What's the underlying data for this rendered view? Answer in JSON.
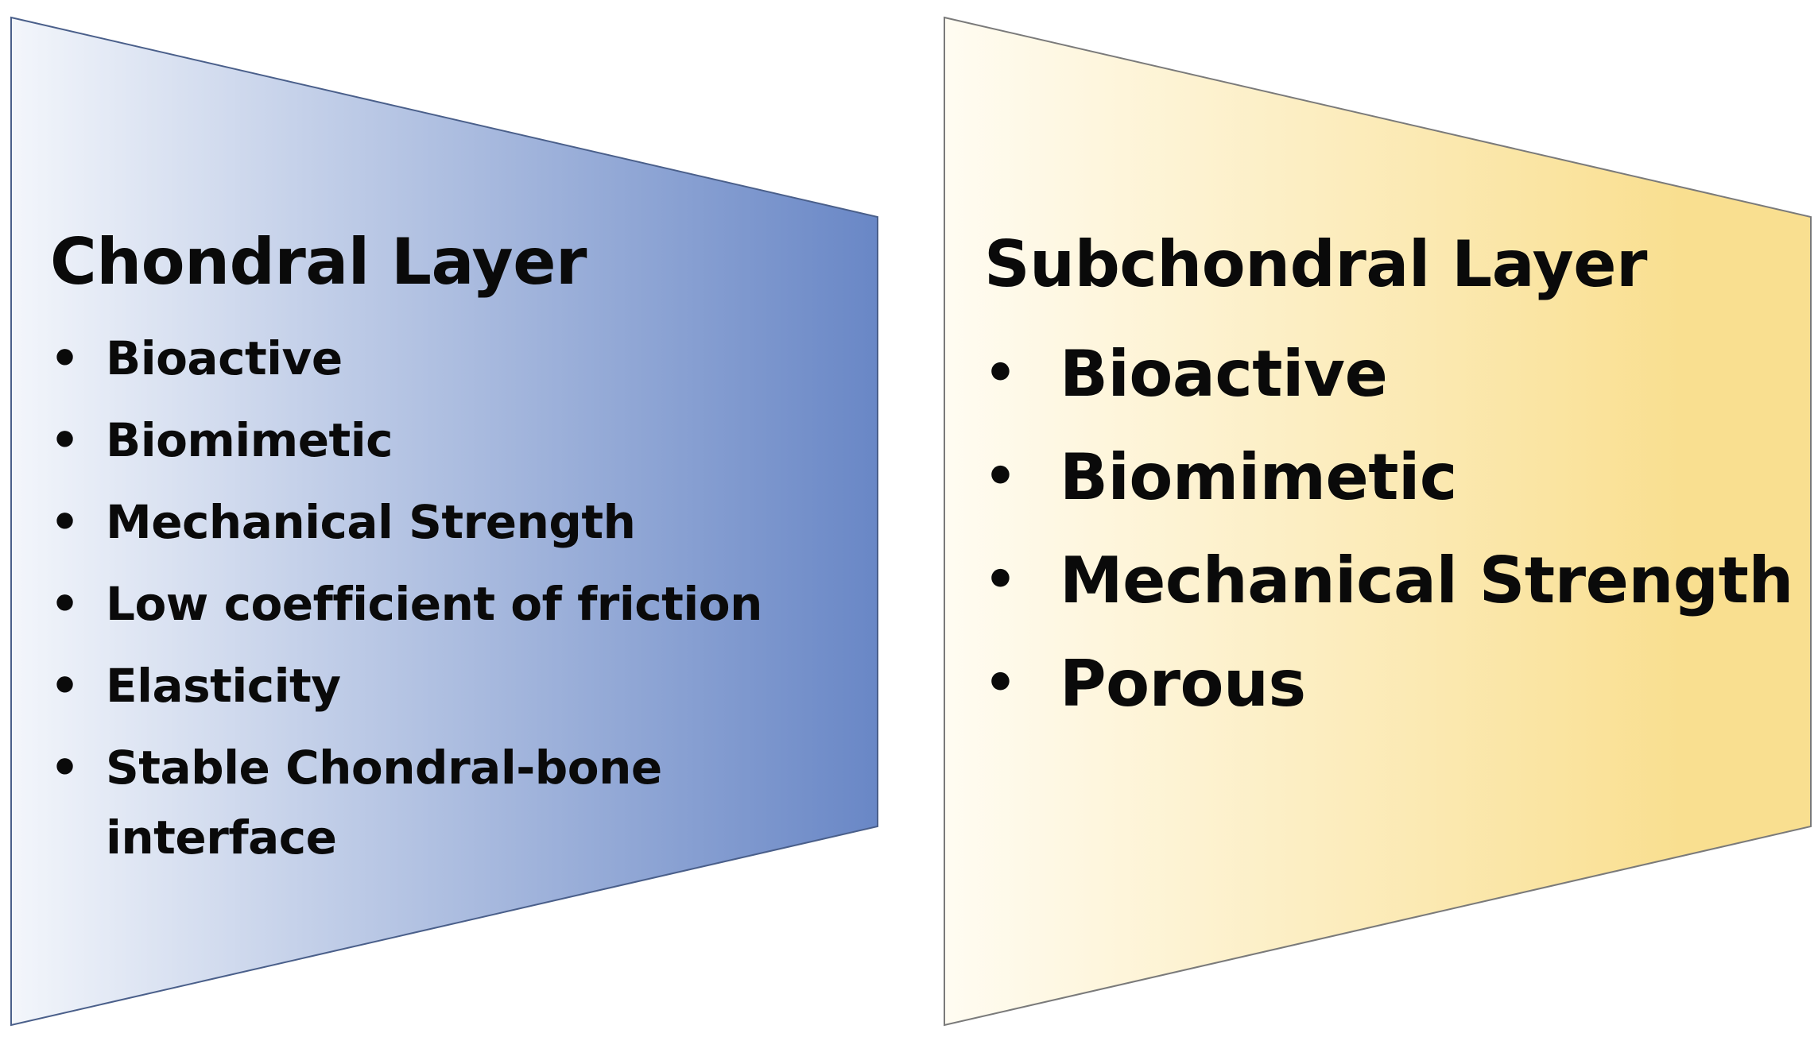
{
  "panels": {
    "left": {
      "title": "Chondral Layer",
      "items": [
        "Bioactive",
        "Biomimetic",
        "Mechanical Strength",
        "Low coefficient of friction",
        "Elasticity",
        "Stable Chondral-bone interface"
      ],
      "colors": {
        "light": "#f3f6fb",
        "dark": "#6987c6",
        "border": "#4a5f8a"
      }
    },
    "right": {
      "title": "Subchondral Layer",
      "items": [
        "Bioactive",
        "Biomimetic",
        "Mechanical Strength",
        "Porous"
      ],
      "colors": {
        "light": "#fffcf2",
        "dark": "#f9df90",
        "border": "#7a7a7a"
      }
    }
  }
}
